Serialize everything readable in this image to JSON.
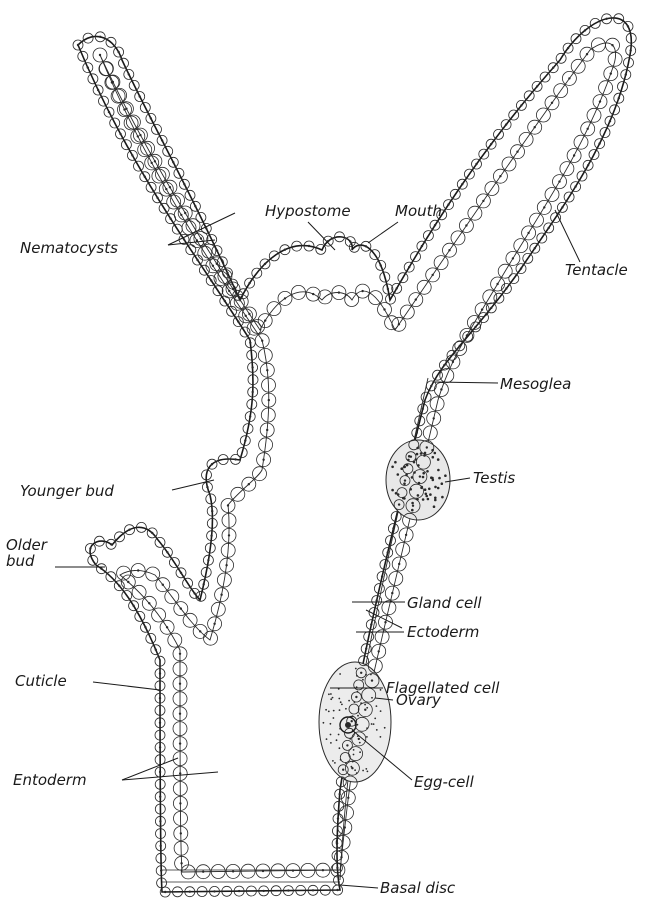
{
  "labels": {
    "nematocysts": "Nematocysts",
    "hypostome": "Hypostome",
    "mouth": "Mouth",
    "tentacle": "Tentacle",
    "mesoglea": "Mesoglea",
    "testis": "Testis",
    "younger_bud": "Younger bud",
    "older_bud_line1": "Older",
    "older_bud_line2": "bud",
    "gland_cell": "Gland cell",
    "ectoderm": "Ectoderm",
    "flagellated_cell": "Flagellated cell",
    "cuticle": "Cuticle",
    "ovary": "Ovary",
    "entoderm": "Entoderm",
    "egg_cell": "Egg-cell",
    "basal_disc": "Basal disc"
  }
}
